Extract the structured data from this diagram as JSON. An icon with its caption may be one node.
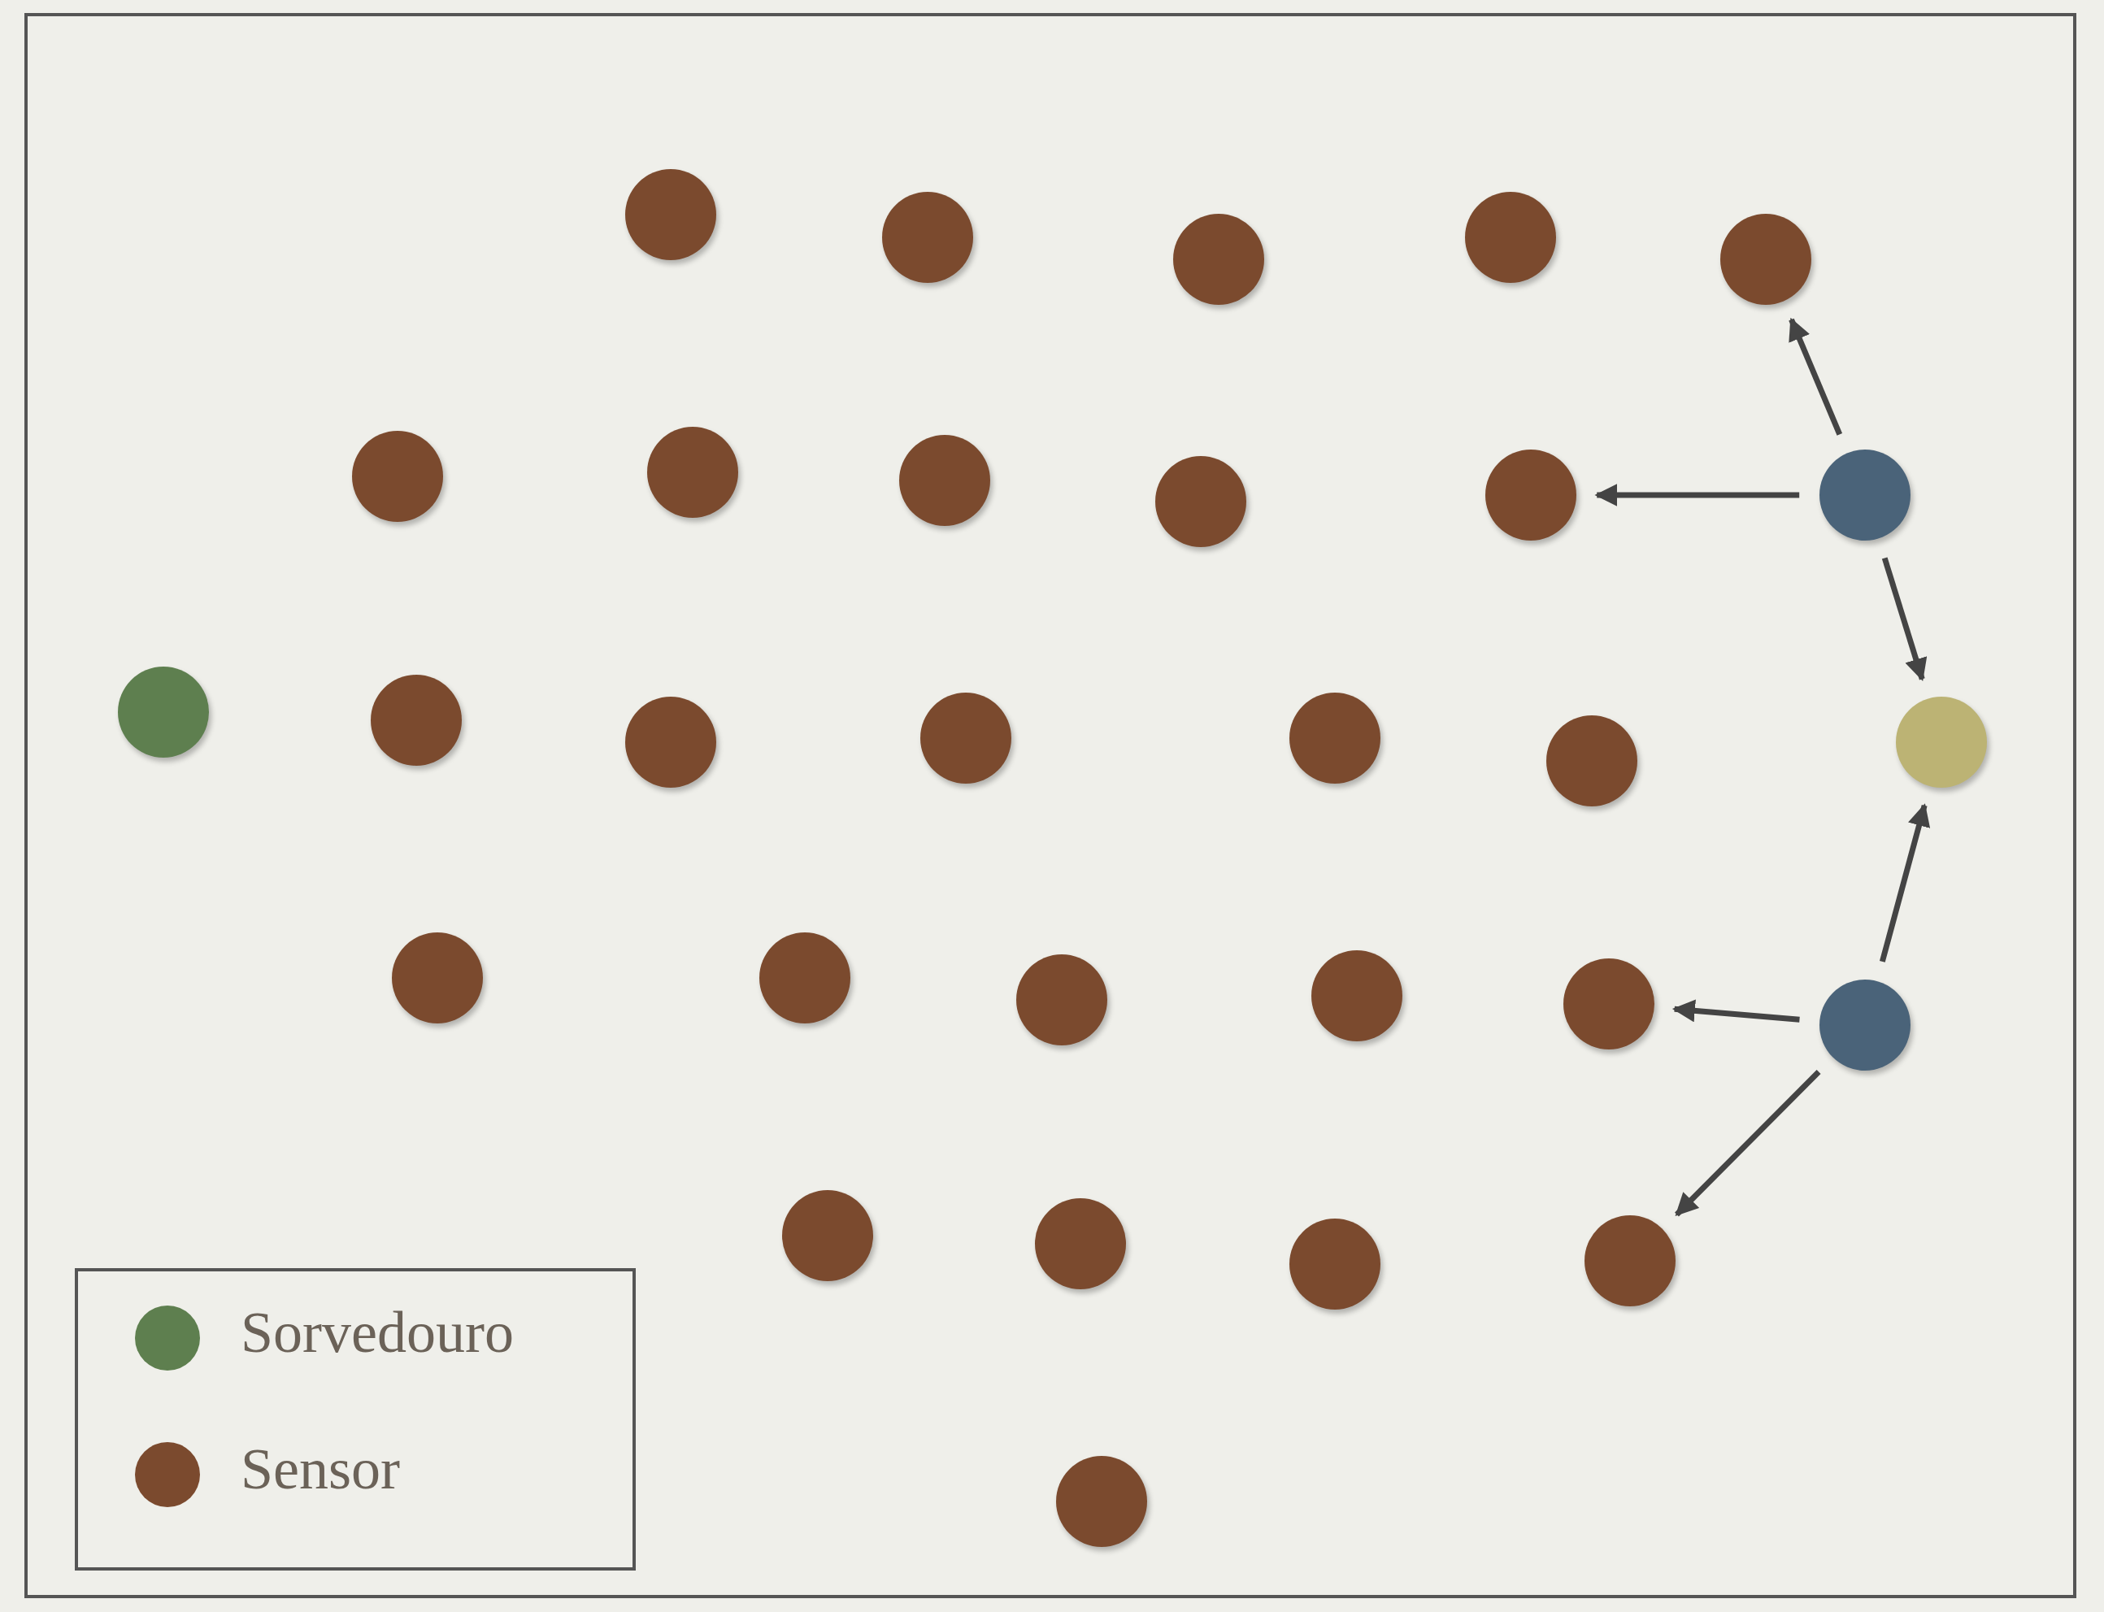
{
  "diagram": {
    "nodes": [
      {
        "text": [],
        "shape": "circle"
      },
      {
        "text": [],
        "shape": "circle"
      },
      {
        "text": [],
        "shape": "circle"
      },
      {
        "text": [],
        "shape": "circle"
      },
      {
        "text": [],
        "shape": "circle"
      },
      {
        "text": [],
        "shape": "circle"
      },
      {
        "text": [],
        "shape": "circle"
      },
      {
        "text": [],
        "shape": "circle"
      },
      {
        "text": [],
        "shape": "circle"
      },
      {
        "text": [],
        "shape": "circle"
      },
      {
        "text": [],
        "shape": "circle"
      },
      {
        "text": [],
        "shape": "circle"
      },
      {
        "text": [],
        "shape": "circle"
      },
      {
        "text": [],
        "shape": "circle"
      },
      {
        "text": [],
        "shape": "circle"
      },
      {
        "text": [],
        "shape": "circle"
      },
      {
        "text": [],
        "shape": "circle"
      },
      {
        "text": [],
        "shape": "circle"
      },
      {
        "text": [],
        "shape": "circle"
      },
      {
        "text": [],
        "shape": "circle"
      },
      {
        "text": [],
        "shape": "circle"
      },
      {
        "text": [],
        "shape": "circle"
      },
      {
        "text": [],
        "shape": "circle"
      },
      {
        "text": [],
        "shape": "circle"
      },
      {
        "text": [],
        "shape": "circle"
      },
      {
        "text": [],
        "shape": "circle"
      },
      {
        "text": [],
        "shape": "circle"
      },
      {
        "text": [],
        "shape": "circle"
      },
      {
        "text": [],
        "shape": "circle"
      }
    ],
    "edges": [
      {
        "from": 10,
        "to": 4,
        "arrow": "to"
      },
      {
        "from": 10,
        "to": 9,
        "arrow": "to"
      },
      {
        "from": 10,
        "to": 17,
        "arrow": "to"
      },
      {
        "from": 23,
        "to": 17,
        "arrow": "to"
      },
      {
        "from": 23,
        "to": 22,
        "arrow": "to"
      },
      {
        "from": 23,
        "to": 27,
        "arrow": "to"
      }
    ],
    "legend": [
      {
        "text": "Sorvedouro",
        "color": "#5e7f4f"
      },
      {
        "text": "Sensor",
        "color": "#7b4a2e"
      }
    ]
  }
}
